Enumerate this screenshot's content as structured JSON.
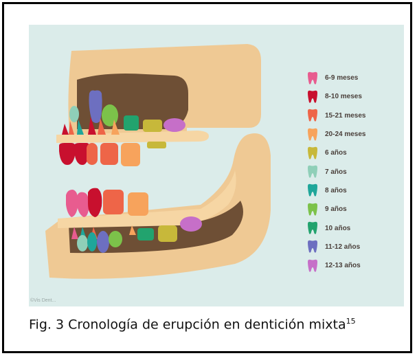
{
  "figure": {
    "caption": "Fig. 3 Cronología de erupción en dentición mixta",
    "caption_superscript": "15",
    "watermark": "©Vis Dent..."
  },
  "legend": [
    {
      "label": "6-9 meses",
      "color": "#e85c8f"
    },
    {
      "label": "8-10 meses",
      "color": "#c8102e"
    },
    {
      "label": "15-21 meses",
      "color": "#ee6548"
    },
    {
      "label": "20-24 meses",
      "color": "#f7a35c"
    },
    {
      "label": "6 años",
      "color": "#c7b83a"
    },
    {
      "label": "7 años",
      "color": "#8fcfb8"
    },
    {
      "label": "8 años",
      "color": "#1fa69a"
    },
    {
      "label": "9 años",
      "color": "#7cc24a"
    },
    {
      "label": "10 años",
      "color": "#22a36e"
    },
    {
      "label": "11-12 años",
      "color": "#6d6fc0"
    },
    {
      "label": "12-13 años",
      "color": "#c66fc8"
    }
  ],
  "colors": {
    "background": "#dbecea",
    "bone": "#efc994",
    "gum_pocket": "#6e4f35",
    "gum_line": "#f6d6a4"
  }
}
